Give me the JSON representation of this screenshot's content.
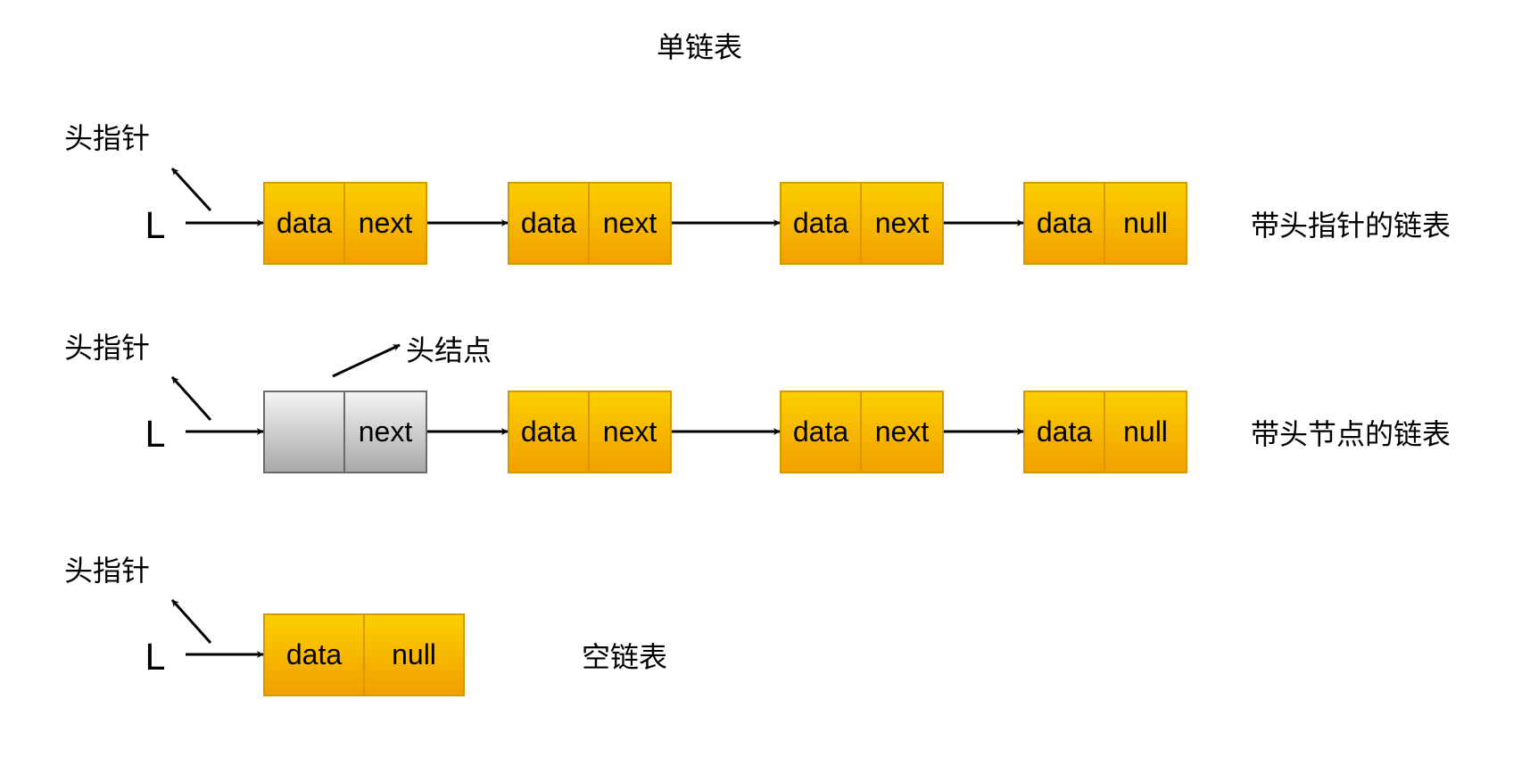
{
  "title": "单链表",
  "pointer_symbol": "L",
  "rows": [
    {
      "pointer_label": "头指针",
      "caption": "带头指针的链表",
      "nodes": [
        {
          "kind": "data",
          "cells": [
            "data",
            "next"
          ]
        },
        {
          "kind": "data",
          "cells": [
            "data",
            "next"
          ]
        },
        {
          "kind": "data",
          "cells": [
            "data",
            "next"
          ]
        },
        {
          "kind": "data",
          "cells": [
            "data",
            "null"
          ]
        }
      ]
    },
    {
      "pointer_label": "头指针",
      "caption": "带头节点的链表",
      "head_node_label": "头结点",
      "nodes": [
        {
          "kind": "head",
          "cells": [
            "",
            "next"
          ]
        },
        {
          "kind": "data",
          "cells": [
            "data",
            "next"
          ]
        },
        {
          "kind": "data",
          "cells": [
            "data",
            "next"
          ]
        },
        {
          "kind": "data",
          "cells": [
            "data",
            "null"
          ]
        }
      ]
    },
    {
      "pointer_label": "头指针",
      "caption": "空链表",
      "nodes": [
        {
          "kind": "data",
          "cells": [
            "data",
            "null"
          ]
        }
      ]
    }
  ],
  "colors": {
    "node_fill": "#f5b800",
    "node_border": "#d69a00",
    "head_fill": "#cccccc",
    "head_border": "#6a6a6a"
  }
}
